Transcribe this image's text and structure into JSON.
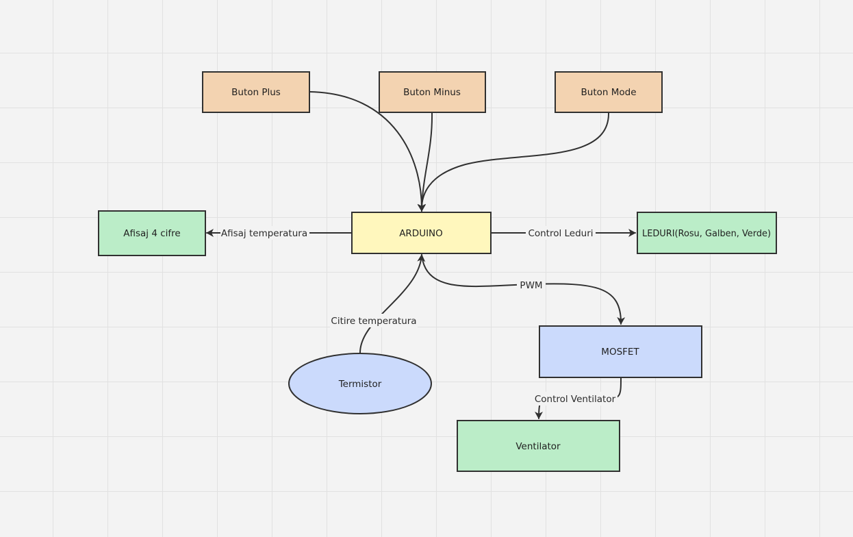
{
  "colors": {
    "stroke": "#303030",
    "button_fill": "#f3d3b1",
    "controller_fill": "#fff7bd",
    "output_fill": "#bbedc8",
    "blue_fill": "#cbdafc"
  },
  "nodes": {
    "buton_plus": {
      "label": "Buton Plus",
      "shape": "rect",
      "fill": "button_fill"
    },
    "buton_minus": {
      "label": "Buton Minus",
      "shape": "rect",
      "fill": "button_fill"
    },
    "buton_mode": {
      "label": "Buton Mode",
      "shape": "rect",
      "fill": "button_fill"
    },
    "arduino": {
      "label": "ARDUINO",
      "shape": "rect",
      "fill": "controller_fill"
    },
    "afisaj": {
      "label": "Afisaj 4 cifre",
      "shape": "rect",
      "fill": "output_fill"
    },
    "leduri": {
      "label": "LEDURI(Rosu, Galben, Verde)",
      "shape": "rect",
      "fill": "output_fill"
    },
    "mosfet": {
      "label": "MOSFET",
      "shape": "rect",
      "fill": "blue_fill"
    },
    "ventilator": {
      "label": "Ventilator",
      "shape": "rect",
      "fill": "output_fill"
    },
    "termistor": {
      "label": "Termistor",
      "shape": "ellipse",
      "fill": "blue_fill"
    }
  },
  "edges": {
    "plus_to_arduino": {
      "from": "Buton Plus",
      "to": "ARDUINO",
      "label": ""
    },
    "minus_to_arduino": {
      "from": "Buton Minus",
      "to": "ARDUINO",
      "label": ""
    },
    "mode_to_arduino": {
      "from": "Buton Mode",
      "to": "ARDUINO",
      "label": ""
    },
    "arduino_to_afisaj": {
      "from": "ARDUINO",
      "to": "Afisaj 4 cifre",
      "label": "Afisaj temperatura"
    },
    "arduino_to_leduri": {
      "from": "ARDUINO",
      "to": "LEDURI(Rosu, Galben, Verde)",
      "label": "Control Leduri"
    },
    "termistor_to_arduino": {
      "from": "Termistor",
      "to": "ARDUINO",
      "label": "Citire temperatura"
    },
    "arduino_to_mosfet": {
      "from": "ARDUINO",
      "to": "MOSFET",
      "label": "PWM"
    },
    "mosfet_to_ventilator": {
      "from": "MOSFET",
      "to": "Ventilator",
      "label": "Control Ventilator"
    }
  }
}
